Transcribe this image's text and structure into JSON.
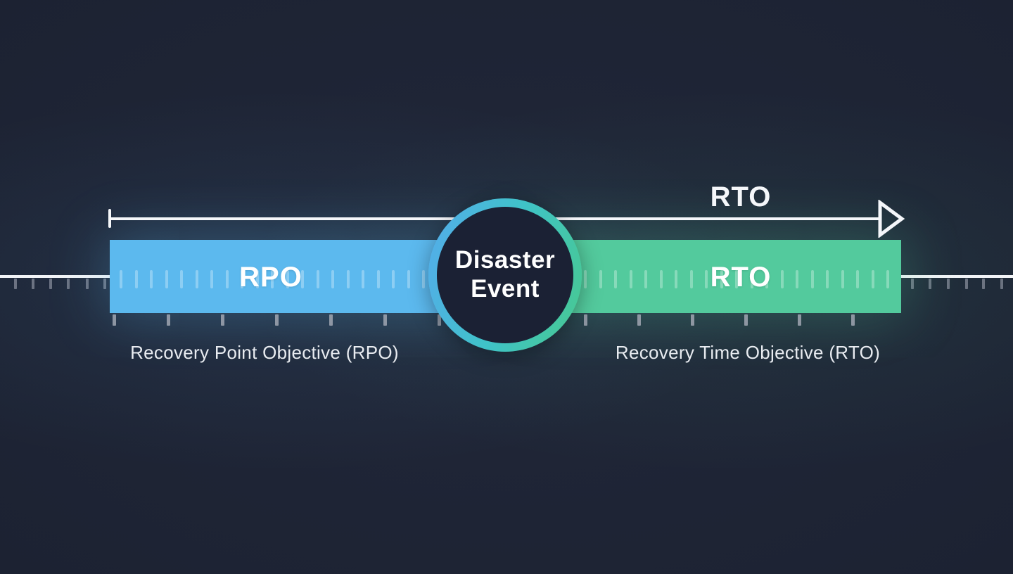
{
  "colors": {
    "background": "#1c2232",
    "timeline": "#f2f4f7",
    "arrow": "#f5f7fa",
    "rpo_bar": "#5cb9ee",
    "rto_bar": "#53ca9d",
    "ring_gradient_left": "#52aee8",
    "ring_gradient_mid": "#3fc3c8",
    "ring_gradient_right": "#47c896",
    "circle_fill": "#1b2134",
    "tick_gray": "#9ea4b0"
  },
  "arrow": {
    "label": "RTO"
  },
  "event_circle": {
    "line1": "Disaster",
    "line2": "Event"
  },
  "rpo": {
    "bar_label": "RPO",
    "caption": "Recovery Point Objective (RPO)"
  },
  "rto": {
    "bar_label": "RTO",
    "caption": "Recovery Time Objective (RTO)"
  },
  "ticks": {
    "small_left_xs": [
      20,
      45,
      70,
      95,
      122,
      147
    ],
    "small_right_xs": [
      1295,
      1320,
      1346,
      1372,
      1396,
      1422
    ],
    "below_bar_xs": [
      160,
      237,
      314,
      391,
      468,
      545,
      622,
      830,
      906,
      982,
      1058,
      1134,
      1210
    ],
    "inbar": {
      "rpo_range": [
        170,
        612
      ],
      "rto_range": [
        830,
        1272
      ],
      "step": 21.5
    }
  }
}
